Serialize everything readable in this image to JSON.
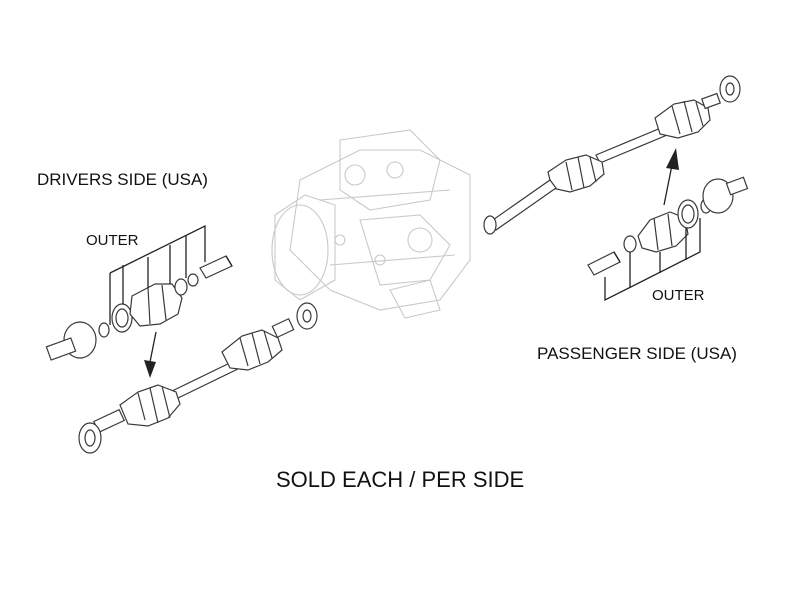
{
  "labels": {
    "drivers_side": "DRIVERS SIDE (USA)",
    "drivers_outer": "OUTER",
    "passenger_side": "PASSENGER SIDE (USA)",
    "passenger_outer": "OUTER",
    "footer": "SOLD EACH / PER SIDE"
  },
  "colors": {
    "line": "#3a3a3a",
    "ghost": "#c9c9c9",
    "text": "#111111",
    "background": "#ffffff"
  }
}
